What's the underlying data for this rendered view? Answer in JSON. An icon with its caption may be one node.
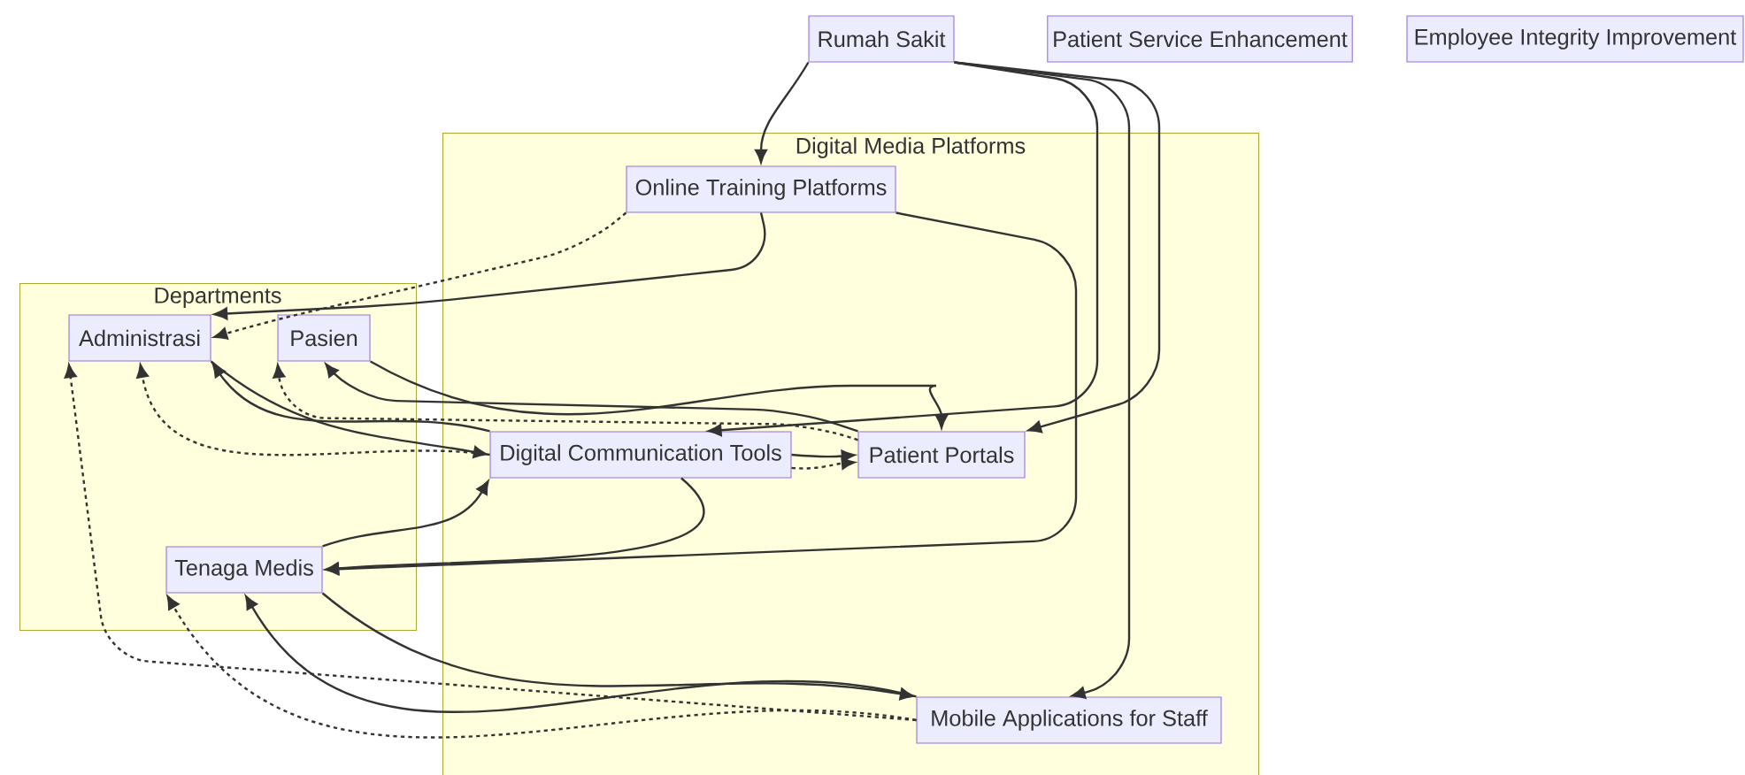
{
  "diagram": {
    "nodes": [
      {
        "text": [
          "Rumah Sakit"
        ]
      },
      {
        "text": [
          "Patient Service Enhancement"
        ]
      },
      {
        "text": [
          "Employee Integrity Improvement"
        ]
      },
      {
        "text": [
          "Digital Media Platforms"
        ]
      },
      {
        "text": [
          "Online Training Platforms"
        ],
        "in": 3
      },
      {
        "text": [
          "Digital Communication Tools"
        ],
        "in": 3
      },
      {
        "text": [
          "Patient Portals"
        ],
        "in": 3
      },
      {
        "text": [
          "Mobile Applications for Staff"
        ],
        "in": 3
      },
      {
        "text": [
          "Departments"
        ]
      },
      {
        "text": [
          "Administrasi"
        ],
        "in": 8
      },
      {
        "text": [
          "Pasien"
        ],
        "in": 8
      },
      {
        "text": [
          "Tenaga Medis"
        ],
        "in": 8
      }
    ],
    "edges": [
      {
        "from": 0,
        "to": 4,
        "arrow": "to"
      },
      {
        "from": 0,
        "to": 5,
        "arrow": "to"
      },
      {
        "from": 0,
        "to": 6,
        "arrow": "to"
      },
      {
        "from": 0,
        "to": 7,
        "arrow": "to"
      },
      {
        "from": 4,
        "to": 9,
        "arrow": "to"
      },
      {
        "from": 4,
        "to": 9,
        "arrow": "to",
        "style": "dashed"
      },
      {
        "from": 4,
        "to": 11,
        "arrow": "to"
      },
      {
        "from": 9,
        "to": 5,
        "arrow": "to"
      },
      {
        "from": 5,
        "to": 9,
        "arrow": "to"
      },
      {
        "from": 5,
        "to": 9,
        "arrow": "to",
        "style": "dashed"
      },
      {
        "from": 10,
        "to": 6,
        "arrow": "to"
      },
      {
        "from": 6,
        "to": 10,
        "arrow": "to"
      },
      {
        "from": 6,
        "to": 10,
        "arrow": "to",
        "style": "dashed"
      },
      {
        "from": 5,
        "to": 6,
        "arrow": "to"
      },
      {
        "from": 5,
        "to": 6,
        "arrow": "to",
        "style": "dashed"
      },
      {
        "from": 5,
        "to": 11,
        "arrow": "to"
      },
      {
        "from": 11,
        "to": 5,
        "arrow": "to"
      },
      {
        "from": 11,
        "to": 7,
        "arrow": "to"
      },
      {
        "from": 7,
        "to": 11,
        "arrow": "to"
      },
      {
        "from": 7,
        "to": 11,
        "arrow": "to",
        "style": "dashed"
      },
      {
        "from": 7,
        "to": 9,
        "arrow": "to",
        "style": "dashed"
      }
    ]
  }
}
